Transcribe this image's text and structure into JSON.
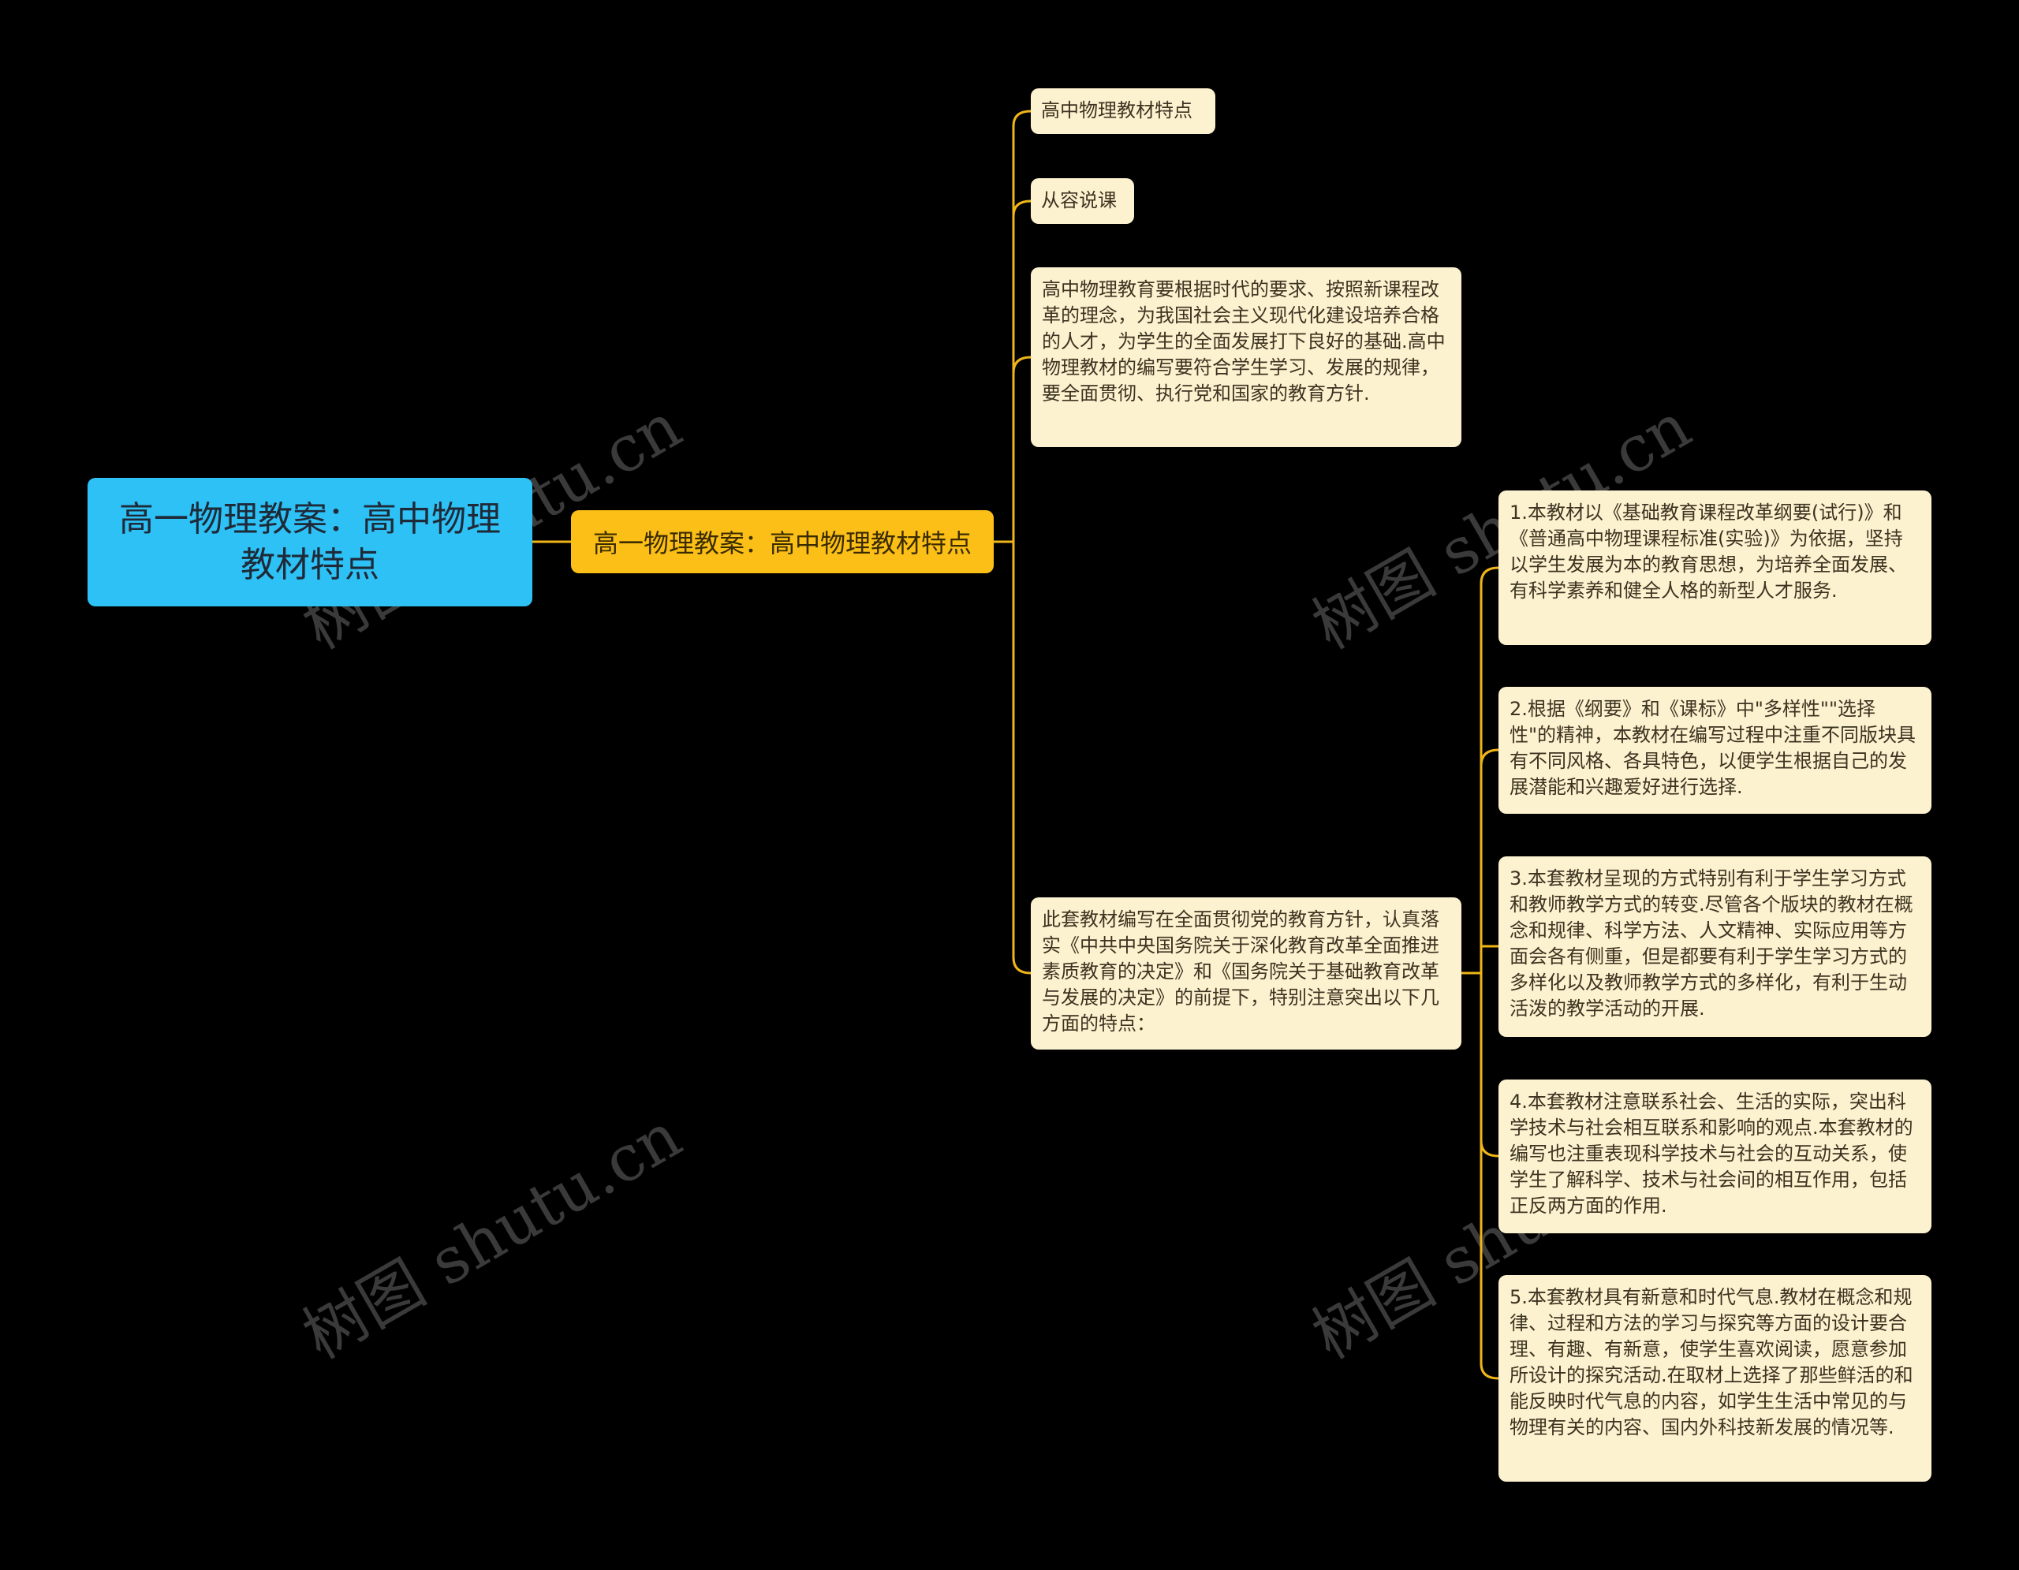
{
  "root": {
    "label": "高一物理教案：高中物理教材特点"
  },
  "main": {
    "label": "高一物理教案：高中物理教材特点"
  },
  "children": [
    {
      "text": "高中物理教材特点"
    },
    {
      "text": "从容说课"
    },
    {
      "text": "高中物理教育要根据时代的要求、按照新课程改革的理念，为我国社会主义现代化建设培养合格的人才，为学生的全面发展打下良好的基础.高中物理教材的编写要符合学生学习、发展的规律，要全面贯彻、执行党和国家的教育方针."
    },
    {
      "text": "此套教材编写在全面贯彻党的教育方针，认真落实《中共中央国务院关于深化教育改革全面推进素质教育的决定》和《国务院关于基础教育改革与发展的决定》的前提下，特别注意突出以下几方面的特点："
    }
  ],
  "details": [
    {
      "text": "1.本教材以《基础教育课程改革纲要(试行)》和《普通高中物理课程标准(实验)》为依据，坚持以学生发展为本的教育思想，为培养全面发展、有科学素养和健全人格的新型人才服务."
    },
    {
      "text": "2.根据《纲要》和《课标》中\"多样性\"\"选择性\"的精神，本教材在编写过程中注重不同版块具有不同风格、各具特色，以便学生根据自己的发展潜能和兴趣爱好进行选择."
    },
    {
      "text": "3.本套教材呈现的方式特别有利于学生学习方式和教师教学方式的转变.尽管各个版块的教材在概念和规律、科学方法、人文精神、实际应用等方面会各有侧重，但是都要有利于学生学习方式的多样化以及教师教学方式的多样化，有利于生动活泼的教学活动的开展."
    },
    {
      "text": "4.本套教材注意联系社会、生活的实际，突出科学技术与社会相互联系和影响的观点.本套教材的编写也注重表现科学技术与社会的互动关系，使学生了解科学、技术与社会间的相互作用，包括正反两方面的作用."
    },
    {
      "text": "5.本套教材具有新意和时代气息.教材在概念和规律、过程和方法的学习与探究等方面的设计要合理、有趣、有新意，使学生喜欢阅读，愿意参加所设计的探究活动.在取材上选择了那些鲜活的和能反映时代气息的内容，如学生生活中常见的与物理有关的内容、国内外科技新发展的情况等."
    }
  ],
  "watermark": "树图 shutu.cn",
  "colors": {
    "root": "#2ec1f5",
    "main": "#fbbf18",
    "leaf": "#fdf2cf",
    "link": "#f0b518",
    "background": "#000000"
  }
}
